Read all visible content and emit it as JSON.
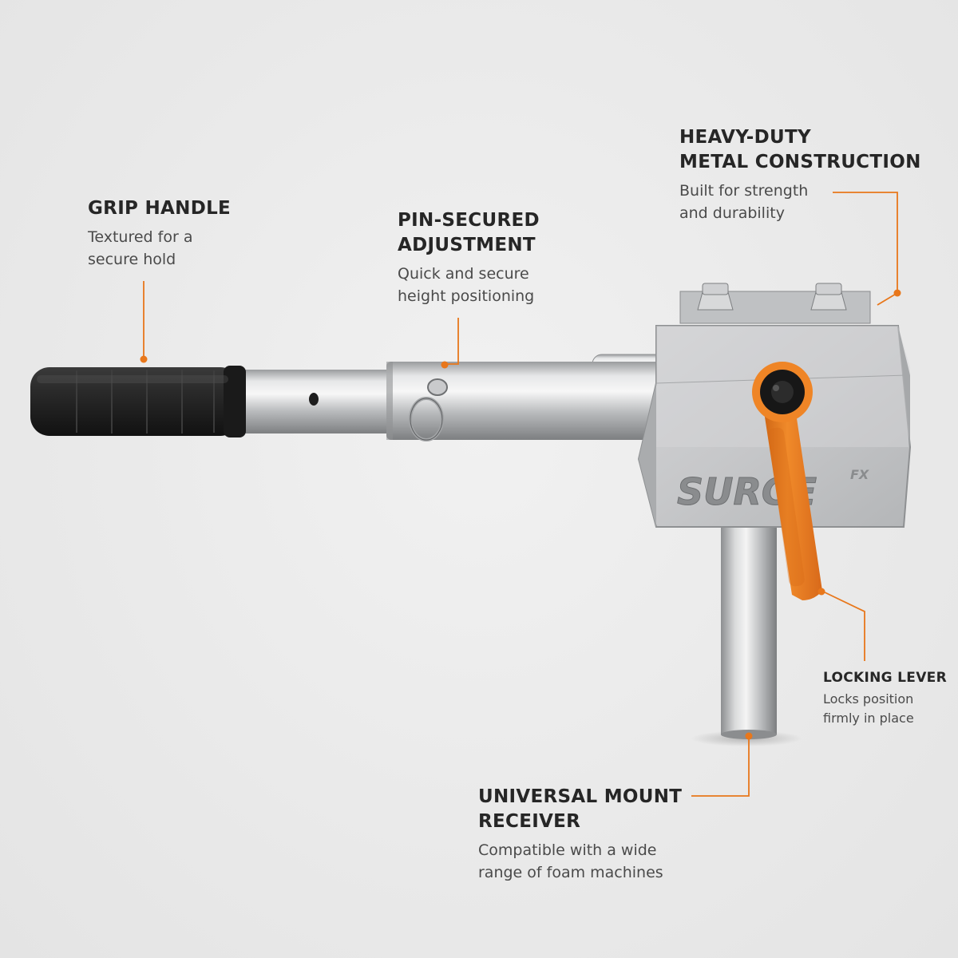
{
  "brand": {
    "logo_text": "SURGE",
    "logo_suffix": "FX"
  },
  "colors": {
    "accent": "#e8771b",
    "lever_orange": "#e8771b",
    "metal": "#c4c6c8",
    "grip_black": "#1f1f1f",
    "background": "#ebebeb",
    "title_text": "#262626",
    "body_text": "#4a4a4a"
  },
  "callouts": {
    "grip_handle": {
      "title": "GRIP HANDLE",
      "desc": "Textured for a\nsecure hold"
    },
    "pin_adjustment": {
      "title": "PIN-SECURED\nADJUSTMENT",
      "desc": "Quick and secure\nheight positioning"
    },
    "metal_construction": {
      "title": "HEAVY-DUTY\nMETAL CONSTRUCTION",
      "desc": "Built for strength\nand durability"
    },
    "locking_lever": {
      "title": "LOCKING LEVER",
      "desc": "Locks position\nfirmly in place"
    },
    "mount_receiver": {
      "title": "UNIVERSAL MOUNT\nRECEIVER",
      "desc": "Compatible with a wide\nrange of foam machines"
    }
  }
}
